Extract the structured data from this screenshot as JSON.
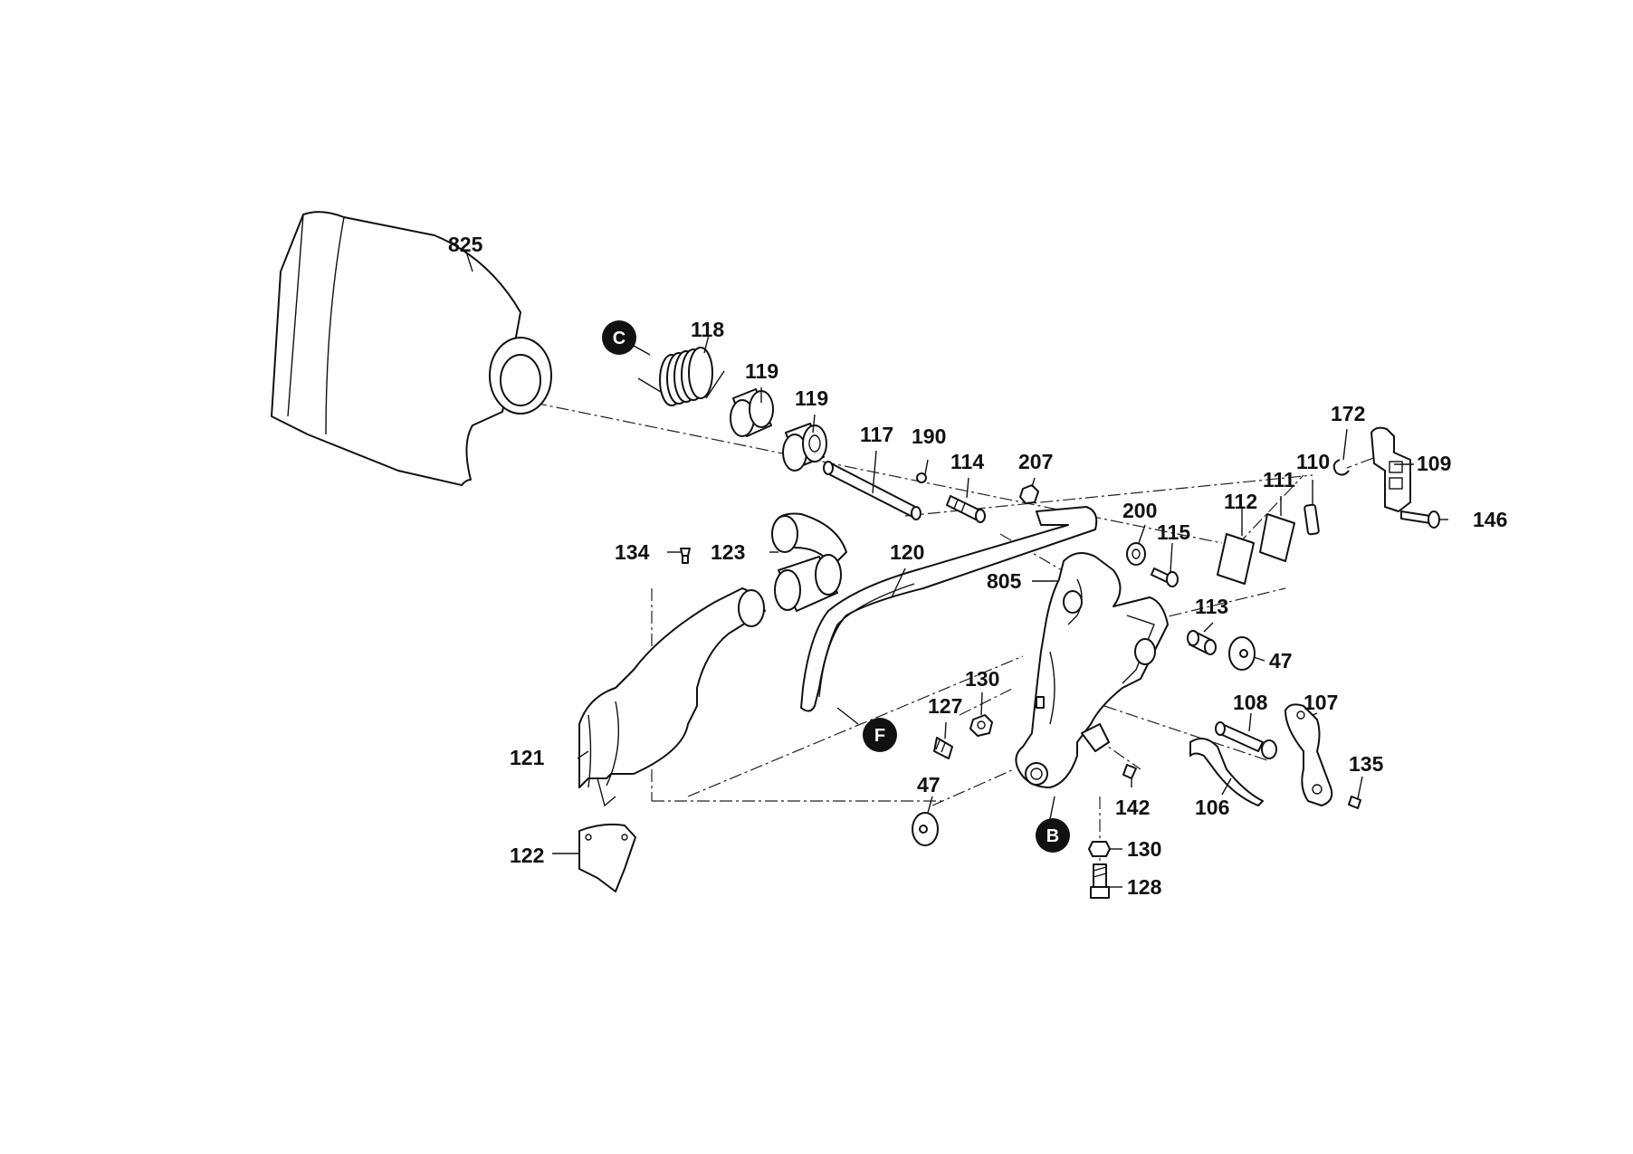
{
  "labels": {
    "p825": "825",
    "p118": "118",
    "p119a": "119",
    "p119b": "119",
    "p117": "117",
    "p190": "190",
    "p114": "114",
    "p207": "207",
    "p172": "172",
    "p109": "109",
    "p110": "110",
    "p111": "111",
    "p112": "112",
    "p146": "146",
    "p200": "200",
    "p115": "115",
    "p134": "134",
    "p123": "123",
    "p120": "120",
    "p805": "805",
    "p113": "113",
    "p47a": "47",
    "p130a": "130",
    "p127": "127",
    "p108": "108",
    "p107": "107",
    "p135": "135",
    "p121": "121",
    "p47b": "47",
    "p142": "142",
    "p106": "106",
    "p130b": "130",
    "p122": "122",
    "p128": "128"
  },
  "markers": {
    "C": "C",
    "F": "F",
    "B": "B"
  }
}
